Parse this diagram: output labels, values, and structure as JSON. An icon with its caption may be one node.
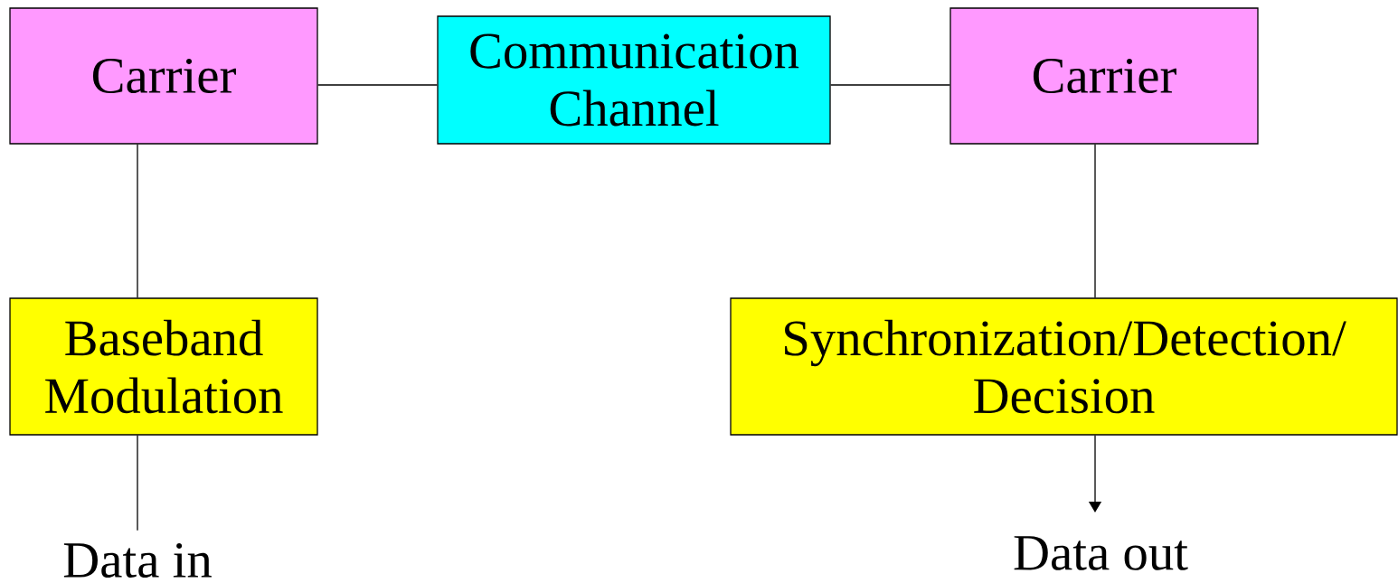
{
  "diagram": {
    "nodes": [
      {
        "text": [
          "Carrier"
        ]
      },
      {
        "text": [
          "Communication Channel"
        ]
      },
      {
        "text": [
          "Carrier"
        ]
      },
      {
        "text": [
          "Baseband Modulation"
        ]
      },
      {
        "text": [
          "Synchronization/Detection/ Decision"
        ]
      },
      {
        "text": [
          "Data in"
        ]
      },
      {
        "text": [
          "Data out"
        ]
      }
    ],
    "edges": [
      {
        "from": 0,
        "to": 1,
        "arrow": "none"
      },
      {
        "from": 1,
        "to": 2,
        "arrow": "none"
      },
      {
        "from": 0,
        "to": 3,
        "arrow": "none"
      },
      {
        "from": 2,
        "to": 4,
        "arrow": "none"
      },
      {
        "from": 3,
        "to": 5,
        "arrow": "none"
      },
      {
        "from": 4,
        "to": 6,
        "arrow": "to"
      }
    ]
  }
}
